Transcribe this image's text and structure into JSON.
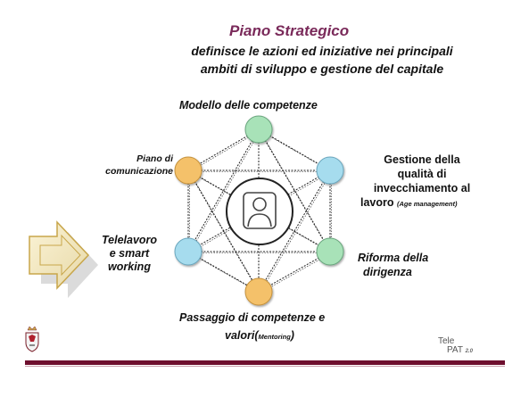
{
  "title": "Piano Strategico",
  "subtitle_lines": [
    "definisce le azioni  ed iniziative nei principali",
    "ambiti di sviluppo e gestione del capitale"
  ],
  "labels": {
    "top": "Modello delle competenze",
    "left_top": [
      "Piano di",
      "comunicazione"
    ],
    "right_top": [
      "Gestione della",
      "qualità di",
      "invecchiamento al",
      "lavoro"
    ],
    "right_top_note": "(Age management)",
    "left_bottom": [
      "Telelavoro",
      "e smart",
      "working"
    ],
    "right_bottom": [
      "Riforma della",
      "dirigenza"
    ],
    "bottom_line1": "Passaggio di competenze e",
    "bottom_line2": "valori",
    "bottom_note_open": "(",
    "bottom_note": "Mentoring",
    "bottom_note_close": ")"
  },
  "logo": {
    "tele": "Tele",
    "pat": "PAT",
    "version": "2.0"
  },
  "colors": {
    "title": "#7a2a5a",
    "node_green": "#a8e2b8",
    "node_blue": "#a6dcee",
    "node_orange": "#f4c16a",
    "bar": "#6e0f2e"
  },
  "icons": [
    "person-icon",
    "arrow-icon",
    "coat-of-arms-icon"
  ]
}
